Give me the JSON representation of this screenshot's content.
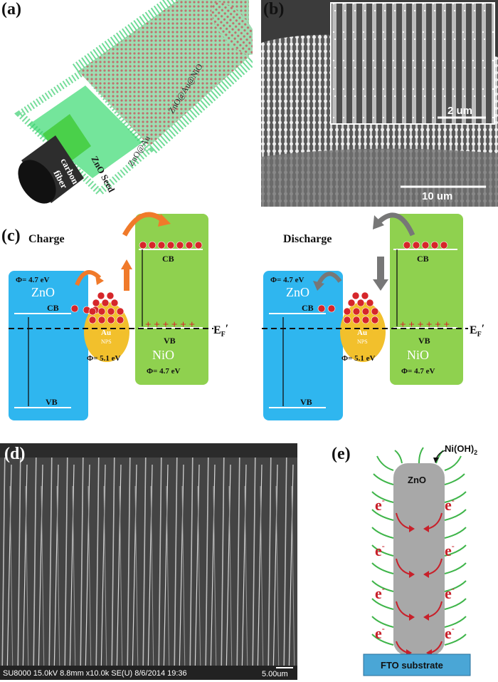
{
  "panels": {
    "a": {
      "label": "(a)",
      "text_zno_au_nio": "ZnO@Au@NiO",
      "text_zno_au": "ZnO@Au",
      "text_zno_seed": "ZnO Seed",
      "text_carbon": "carbon",
      "text_fiber": "fiber"
    },
    "b": {
      "label": "(b)",
      "inset_scale": "2 um",
      "main_scale": "10 um"
    },
    "c": {
      "label": "(c)",
      "charge": {
        "title": "Charge",
        "zno_phi": "Φ= 4.7 eV",
        "zno": "ZnO",
        "zno_cb": "CB",
        "zno_vb": "VB",
        "au": "Au",
        "nps": "NPS",
        "au_phi": "Φ= 5.1 eV",
        "nio": "NiO",
        "nio_cb": "CB",
        "nio_vb": "VB",
        "nio_phi": "Φ= 4.7 eV",
        "ef": "E",
        "ef_sub": "F",
        "ef_prime": "′",
        "plus": "+ + + + + +"
      },
      "discharge": {
        "title": "Discharge",
        "zno_phi": "Φ= 4.7 eV",
        "zno": "ZnO",
        "zno_cb": "CB",
        "zno_vb": "VB",
        "au": "Au",
        "nps": "NPS",
        "au_phi": "Φ= 5.1 eV",
        "nio": "NiO",
        "nio_cb": "CB",
        "nio_vb": "VB",
        "nio_phi": "Φ= 4.7 eV",
        "ef": "E",
        "ef_sub": "F",
        "ef_prime": "′",
        "plus": "+ + + + + +"
      }
    },
    "d": {
      "label": "(d)",
      "info": "SU8000 15.0kV 8.8mm x10.0k SE(U) 8/6/2014 19:36",
      "scale": "5.00um"
    },
    "e": {
      "label": "(e)",
      "nioh": "Ni(OH)",
      "nioh_sub": "2",
      "zno": "ZnO",
      "electron": "e",
      "minus": "-",
      "substrate": "FTO substrate"
    }
  },
  "colors": {
    "zno_blue": "#2fb6ef",
    "nio_green": "#8fd14f",
    "au_gold": "#f2c02c",
    "electron_red": "#d6262a",
    "arrow_orange": "#f07a2a",
    "arrow_gray": "#777777",
    "substrate_blue": "#4aa6d6",
    "wire_green": "#3fb54a",
    "zno_gray": "#a8a8a8"
  }
}
